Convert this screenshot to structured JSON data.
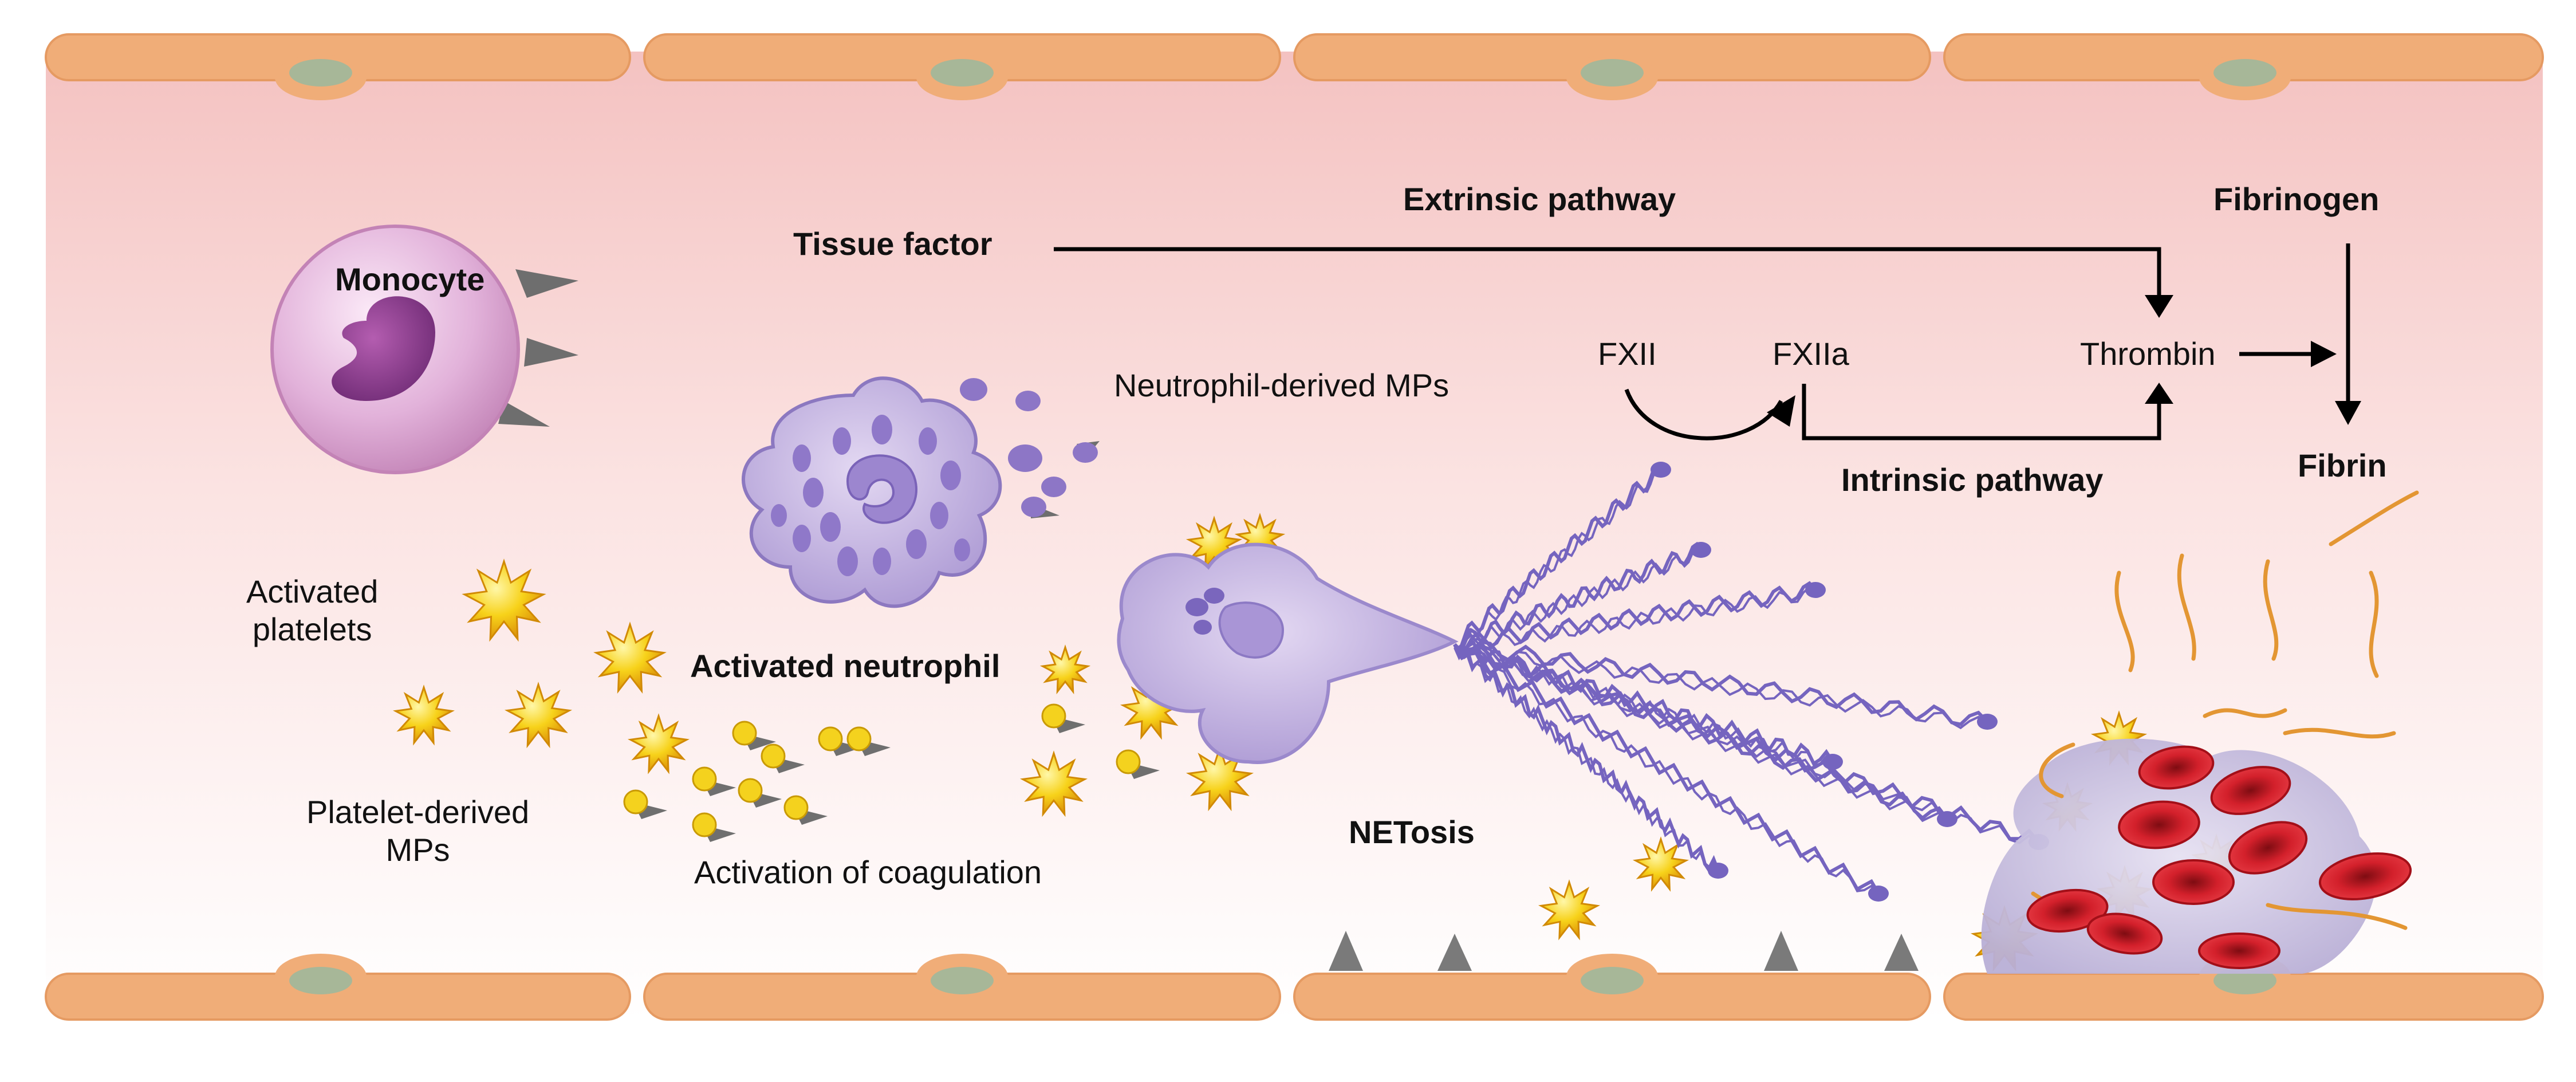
{
  "labels": {
    "monocyte": "Monocyte",
    "activated_platelets": "Activated\nplatelets",
    "platelet_mps": "Platelet-derived\nMPs",
    "activated_neutrophil": "Activated neutrophil",
    "neutrophil_mps": "Neutrophil-derived MPs",
    "activation_coagulation": "Activation of coagulation",
    "netosis": "NETosis",
    "tissue_factor": "Tissue factor",
    "extrinsic": "Extrinsic pathway",
    "intrinsic": "Intrinsic pathway",
    "fxii": "FXII",
    "fxiia": "FXIIa",
    "thrombin": "Thrombin",
    "fibrinogen": "Fibrinogen",
    "fibrin": "Fibrin"
  },
  "colors": {
    "lumen_top": "#f6c8c6",
    "lumen_bottom": "#ffffff",
    "endothelium": "#f2b37e",
    "nucleus": "#a9b89a",
    "monocyte": "#e3b7dc",
    "neutrophil": "#c7b6e0",
    "platelet": "#f6cf19",
    "rbc": "#cf1f2a",
    "fibrin": "#e49a37",
    "net_strand": "#7a68c0"
  }
}
